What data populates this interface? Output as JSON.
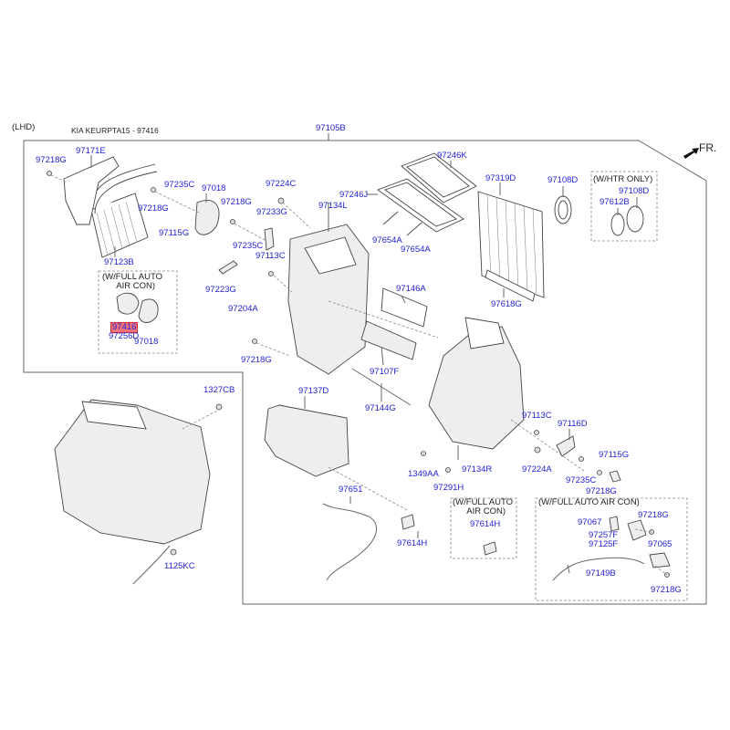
{
  "header": {
    "drive_side": "(LHD)",
    "title": "KIA KEURPTA15 - 97416",
    "main_assembly": "97105B",
    "front_indicator": "FR."
  },
  "notes": {
    "htr_only": "(W/HTR ONLY)",
    "full_auto_1": "(W/FULL AUTO\n      AIR CON)",
    "full_auto_2": "(W/FULL AUTO\n      AIR CON)",
    "full_auto_3": "(W/FULL AUTO AIR CON)"
  },
  "highlighted_part": "97416",
  "labels": {
    "l97218G_a": "97218G",
    "l97171E": "97171E",
    "l97235C_a": "97235C",
    "l97018_a": "97018",
    "l97218G_b": "97218G",
    "l97115G_a": "97115G",
    "l97218G_c": "97218G",
    "l97224C": "97224C",
    "l97233G": "97233G",
    "l97235C_b": "97235C",
    "l97113C_a": "97113C",
    "l97246J": "97246J",
    "l97134L": "97134L",
    "l97246K": "97246K",
    "l97654A_a": "97654A",
    "l97654A_b": "97654A",
    "l97319D": "97319D",
    "l97108D_a": "97108D",
    "l97108D_b": "97108D",
    "l97612B": "97612B",
    "l97123B": "97123B",
    "l97416": "97416",
    "l97256D": "97256D",
    "l97018_b": "97018",
    "l97223G": "97223G",
    "l97204A": "97204A",
    "l97218G_d": "97218G",
    "l97146A": "97146A",
    "l97618G": "97618G",
    "l97107F": "97107F",
    "l97144G": "97144G",
    "l97137D": "97137D",
    "l1327CB": "1327CB",
    "l1125KC": "1125KC",
    "l97651": "97651",
    "l97614H_a": "97614H",
    "l97614H_b": "97614H",
    "l97113C_b": "97113C",
    "l97116D": "97116D",
    "l97115G_b": "97115G",
    "l97224A": "97224A",
    "l97235C_c": "97235C",
    "l97218G_e": "97218G",
    "l1349AA": "1349AA",
    "l97134R": "97134R",
    "l97291H": "97291H",
    "l97067": "97067",
    "l97218G_f": "97218G",
    "l97257F": "97257F",
    "l97125F": "97125F",
    "l97065": "97065",
    "l97149B": "97149B",
    "l97218G_g": "97218G"
  },
  "colors": {
    "label": "#2323d6",
    "highlight_fill": "#f2737a",
    "highlight_border": "#d42b36"
  }
}
